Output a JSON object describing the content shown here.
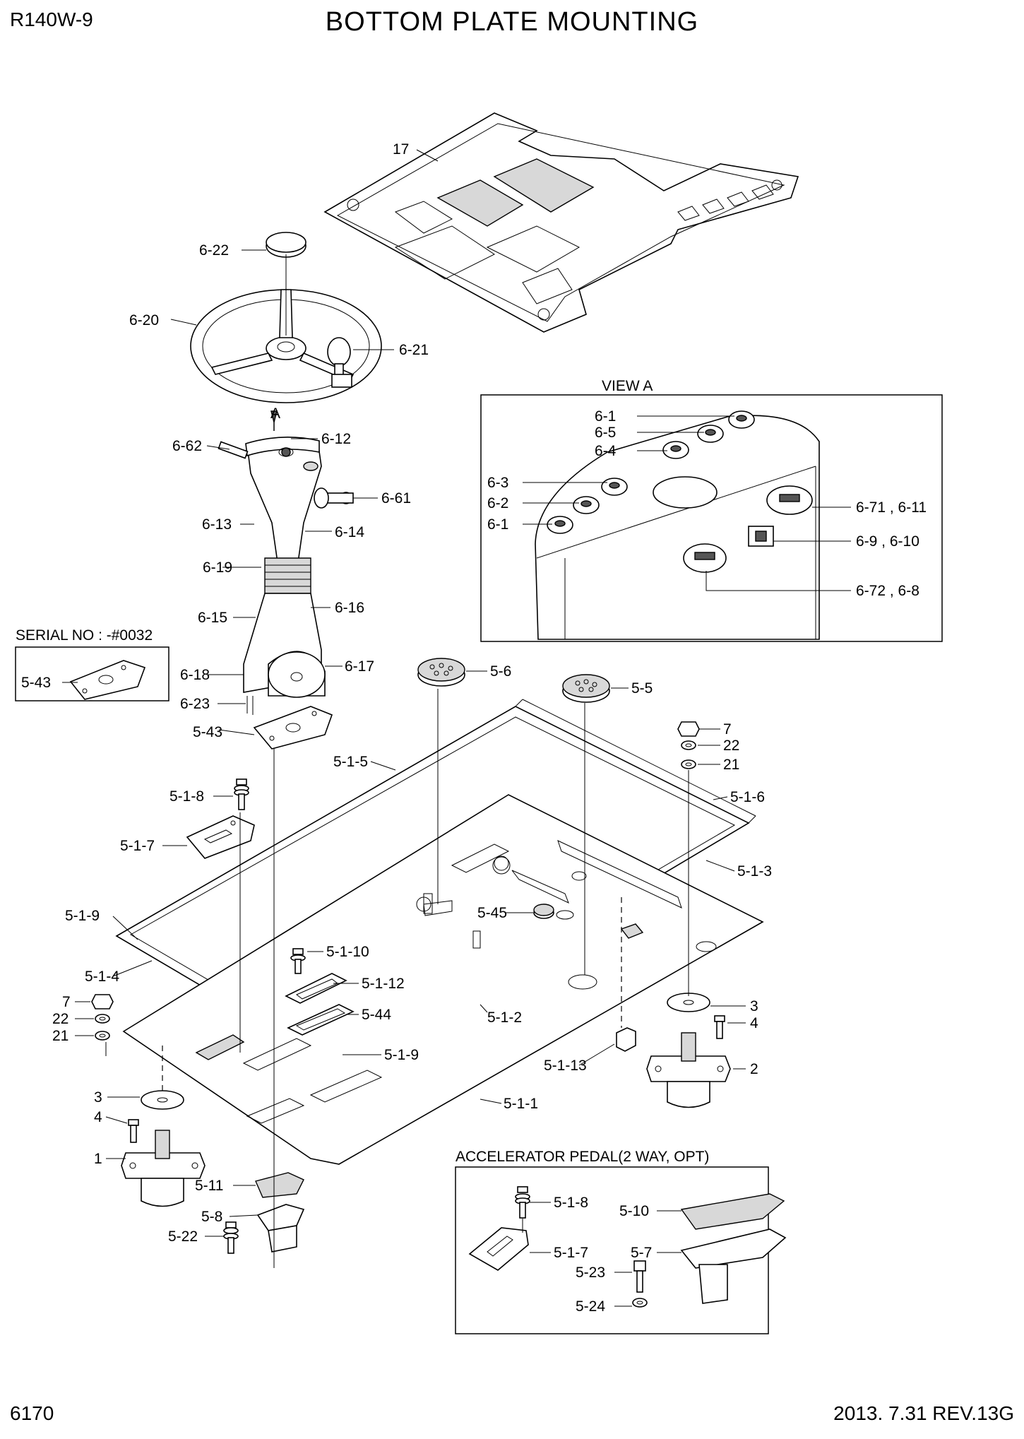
{
  "header": {
    "model": "R140W-9",
    "title": "BOTTOM PLATE MOUNTING"
  },
  "footer": {
    "page_no": "6170",
    "date_rev": "2013. 7.31  REV.13G"
  },
  "sections": {
    "view_a": "VIEW A",
    "serial_no": "SERIAL NO : -#0032",
    "accelerator": "ACCELERATOR PEDAL(2 WAY, OPT)",
    "arrow_a": "A"
  },
  "callouts": {
    "c17": "17",
    "c6_22": "6-22",
    "c6_20": "6-20",
    "c6_21": "6-21",
    "c6_62": "6-62",
    "c6_12": "6-12",
    "c6_61": "6-61",
    "c6_13": "6-13",
    "c6_14": "6-14",
    "c6_19": "6-19",
    "c6_15": "6-15",
    "c6_16": "6-16",
    "c6_18": "6-18",
    "c6_17": "6-17",
    "c6_23": "6-23",
    "c5_43_serial": "5-43",
    "c5_43": "5-43",
    "v6_1_top": "6-1",
    "v6_5": "6-5",
    "v6_4": "6-4",
    "v6_3": "6-3",
    "v6_2": "6-2",
    "v6_1_bot": "6-1",
    "v6_71": "6-71 , 6-11",
    "v6_9": "6-9 , 6-10",
    "v6_72": "6-72 , 6-8",
    "c5_6": "5-6",
    "c5_5": "5-5",
    "c7_r": "7",
    "c22_r": "22",
    "c21_r": "21",
    "c5_1_5": "5-1-5",
    "c5_1_6": "5-1-6",
    "c5_1_8": "5-1-8",
    "c5_1_7": "5-1-7",
    "c5_1_3": "5-1-3",
    "c5_1_9_l": "5-1-9",
    "c5_45": "5-45",
    "c5_1_4": "5-1-4",
    "c5_1_10": "5-1-10",
    "c5_1_12": "5-1-12",
    "c7_l": "7",
    "c22_l": "22",
    "c21_l": "21",
    "c5_44": "5-44",
    "c5_1_2": "5-1-2",
    "c3_r": "3",
    "c4_r": "4",
    "c5_1_9_b": "5-1-9",
    "c5_1_13": "5-1-13",
    "c2": "2",
    "c5_1_1": "5-1-1",
    "c3_l": "3",
    "c4_l": "4",
    "c1": "1",
    "c5_11": "5-11",
    "c5_8": "5-8",
    "c5_22": "5-22",
    "a5_1_8": "5-1-8",
    "a5_10": "5-10",
    "a5_1_7": "5-1-7",
    "a5_7": "5-7",
    "a5_23": "5-23",
    "a5_24": "5-24"
  }
}
